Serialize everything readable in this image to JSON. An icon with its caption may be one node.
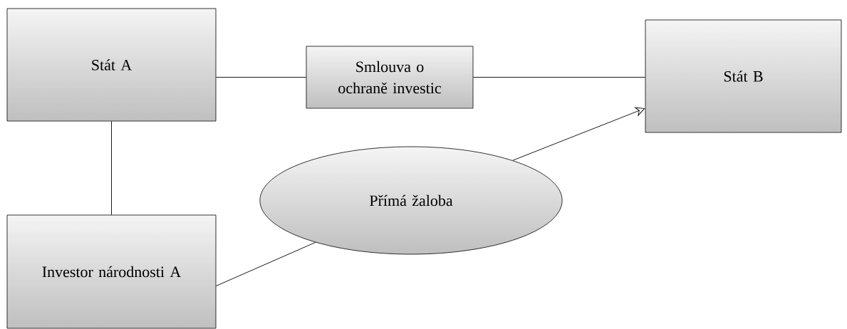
{
  "diagram": {
    "nodes": [
      {
        "text": [
          "Stát A"
        ]
      },
      {
        "text": [
          "Smlouva o ochraně investic"
        ]
      },
      {
        "text": [
          "Stát B"
        ]
      },
      {
        "text": [
          "Přímá žaloba"
        ]
      },
      {
        "text": [
          "Investor národnosti A"
        ]
      }
    ],
    "edges": [
      {
        "from": 0,
        "to": 1,
        "arrow": "none"
      },
      {
        "from": 1,
        "to": 2,
        "arrow": "none"
      },
      {
        "from": 0,
        "to": 4,
        "arrow": "none"
      },
      {
        "from": 4,
        "to": 3,
        "arrow": "none"
      },
      {
        "from": 3,
        "to": 2,
        "arrow": "to"
      }
    ]
  }
}
